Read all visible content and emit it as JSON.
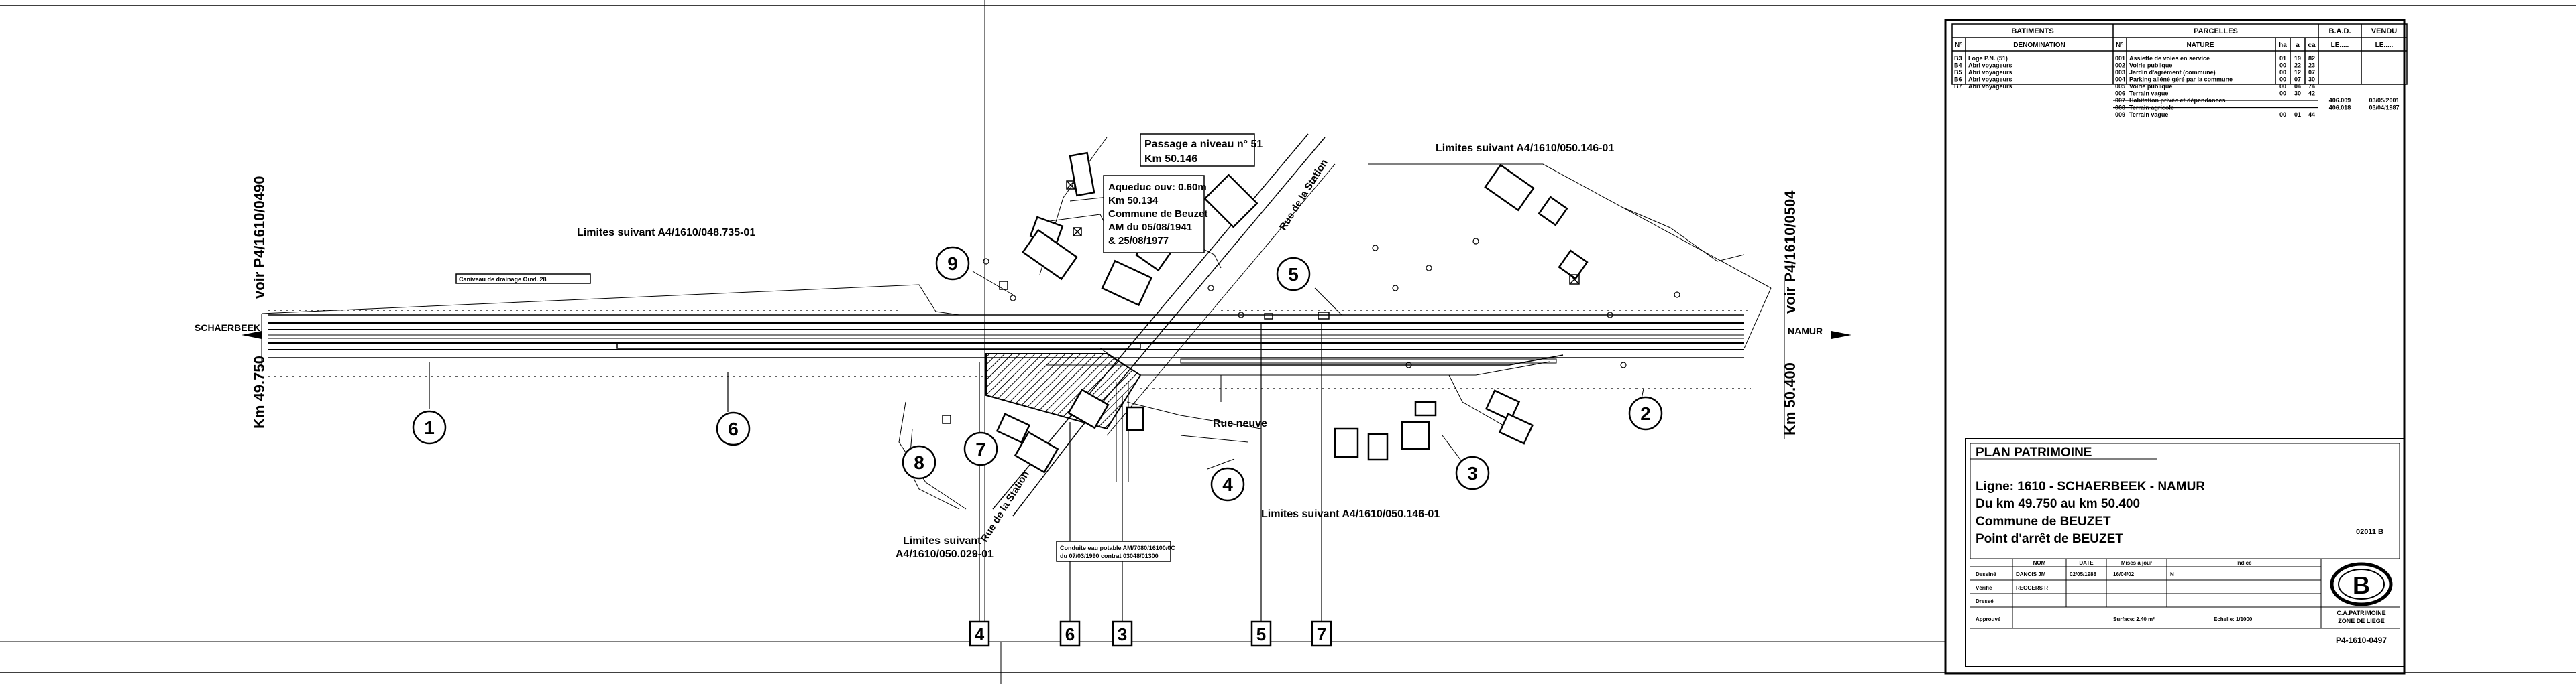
{
  "plan": {
    "station_left": "SCHAERBEEK",
    "station_right": "NAMUR",
    "km_left": "Km 49.750",
    "km_right": "Km 50.400",
    "voir_left": "voir P4/1610/0490",
    "voir_right": "voir P4/1610/0504",
    "limit_left_top": "Limites suivant A4/1610/048.735-01",
    "limit_right_top": "Limites suivant A4/1610/050.146-01",
    "limit_bottom_mid": "Limites suivant A4/1610/050.146-01",
    "limit_bottom_left_1": "Limites suivant",
    "limit_bottom_left_2": "A4/1610/050.029-01",
    "passage_1": "Passage a niveau n° 51",
    "passage_2": "Km 50.146",
    "aqueduc": [
      "Aqueduc ouv: 0.60m",
      "Km 50.134",
      "Commune de Beuzet",
      "AM du 05/08/1941",
      "& 25/08/1977"
    ],
    "caniveau": "Caniveau de drainage Ouvl. 28",
    "conduite_1": "Conduite eau potable AM/7080/16100/0C",
    "conduite_2": "du 07/03/1990 contrat 03048/01300",
    "street_station_top": "Rue de la Station",
    "street_station_bottom": "Rue de la Station",
    "street_neuve": "Rue neuve",
    "circles": [
      "1",
      "2",
      "3",
      "4",
      "5",
      "6",
      "7",
      "8",
      "9"
    ],
    "boxes": [
      "4",
      "6",
      "3",
      "5",
      "7"
    ]
  },
  "parcel_table": {
    "h_batiments": "BATIMENTS",
    "h_parcelles": "PARCELLES",
    "h_bad": "B.A.D.",
    "h_vendu": "VENDU",
    "h_no": "N°",
    "h_denomination": "DENOMINATION",
    "h_no2": "N°",
    "h_nature": "NATURE",
    "h_ha": "ha",
    "h_a": "a",
    "h_ca": "ca",
    "h_le1": "LE.....",
    "h_le2": "LE.....",
    "buildings": [
      {
        "n": "B3",
        "d": "Loge P.N. (51)"
      },
      {
        "n": "B4",
        "d": "Abri voyageurs"
      },
      {
        "n": "B5",
        "d": "Abri voyageurs"
      },
      {
        "n": "B6",
        "d": "Abri voyageurs"
      },
      {
        "n": "B7",
        "d": "Abri voyageurs"
      }
    ],
    "parcels": [
      {
        "n": "001",
        "nature": "Assiette de voies en service",
        "ha": "01",
        "a": "19",
        "ca": "82",
        "bad": "",
        "vendu": "",
        "struck": false
      },
      {
        "n": "002",
        "nature": "Voirie publique",
        "ha": "00",
        "a": "22",
        "ca": "23",
        "bad": "",
        "vendu": "",
        "struck": false
      },
      {
        "n": "003",
        "nature": "Jardin d'agrément (commune)",
        "ha": "00",
        "a": "12",
        "ca": "07",
        "bad": "",
        "vendu": "",
        "struck": false
      },
      {
        "n": "004",
        "nature": "Parking aliéné géré par la commune",
        "ha": "00",
        "a": "07",
        "ca": "30",
        "bad": "",
        "vendu": "",
        "struck": false
      },
      {
        "n": "005",
        "nature": "Voirie publique",
        "ha": "00",
        "a": "04",
        "ca": "74",
        "bad": "",
        "vendu": "",
        "struck": false
      },
      {
        "n": "006",
        "nature": "Terrain vague",
        "ha": "00",
        "a": "30",
        "ca": "42",
        "bad": "",
        "vendu": "",
        "struck": false
      },
      {
        "n": "007",
        "nature": "Habitation privée et dépendances",
        "ha": "",
        "a": "",
        "ca": "",
        "bad": "406.009",
        "vendu": "03/05/2001",
        "struck": true
      },
      {
        "n": "008",
        "nature": "Terrain agricole",
        "ha": "",
        "a": "",
        "ca": "",
        "bad": "406.018",
        "vendu": "03/04/1987",
        "struck": true
      },
      {
        "n": "009",
        "nature": "Terrain vague",
        "ha": "00",
        "a": "01",
        "ca": "44",
        "bad": "",
        "vendu": "",
        "struck": false
      }
    ]
  },
  "title_block": {
    "heading": "PLAN PATRIMOINE",
    "line1": "Ligne: 1610 - SCHAERBEEK - NAMUR",
    "line2": "Du km 49.750 au km 50.400",
    "line3": "Commune de BEUZET",
    "line4": "Point d'arrêt de BEUZET",
    "ref_code": "02011 B",
    "col_nom": "NOM",
    "col_date": "DATE",
    "col_mise": "Mises à jour",
    "col_indice": "Indice",
    "r1_label": "Dessiné",
    "r1_nom": "DANOIS JM",
    "r1_date": "02/05/1988",
    "r1_mise": "16/04/02",
    "r1_ind": "N",
    "r2_label": "Vérifié",
    "r2_nom": "REGGERS R",
    "r3_label": "Dressé",
    "r4_label": "Approuvé",
    "surface": "Surface: 2.40 m²",
    "echelle": "Echelle: 1/1000",
    "logo_letter": "B",
    "org_1": "C.A.PATRIMOINE",
    "org_2": "ZONE DE LIEGE",
    "plan_no": "P4-1610-0497"
  },
  "colors": {
    "ink": "#000000",
    "paper": "#ffffff",
    "hatch": "#555555"
  }
}
